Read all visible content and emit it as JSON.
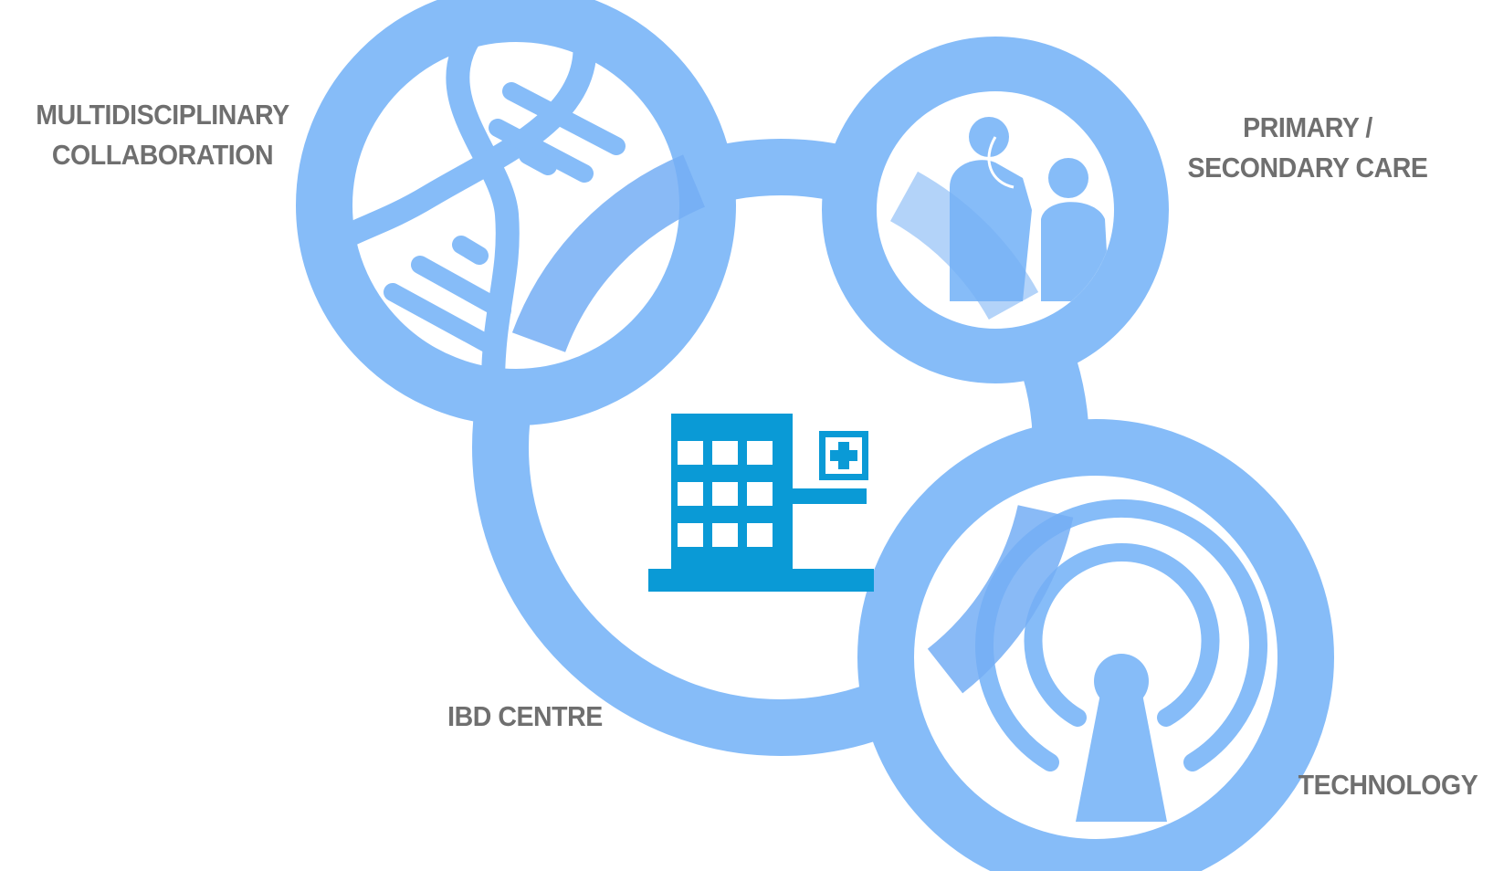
{
  "labels": {
    "multidisciplinary": {
      "line1": "MULTIDISCIPLINARY",
      "line2": "COLLABORATION"
    },
    "primary_secondary": {
      "line1": "PRIMARY /",
      "line2": "SECONDARY CARE"
    },
    "ibd_centre": "IBD CENTRE",
    "technology": "TECHNOLOGY"
  },
  "colors": {
    "ring": "#86bcf8",
    "ring_overlap": "#74aef4",
    "icon_hospital": "#0a9ad6",
    "text": "#6f6f6f",
    "background": "#ffffff"
  },
  "icons": {
    "center": "hospital-icon",
    "top_left": "dna-icon",
    "top_right": "doctor-patient-icon",
    "bottom_right": "broadcast-antenna-icon"
  }
}
